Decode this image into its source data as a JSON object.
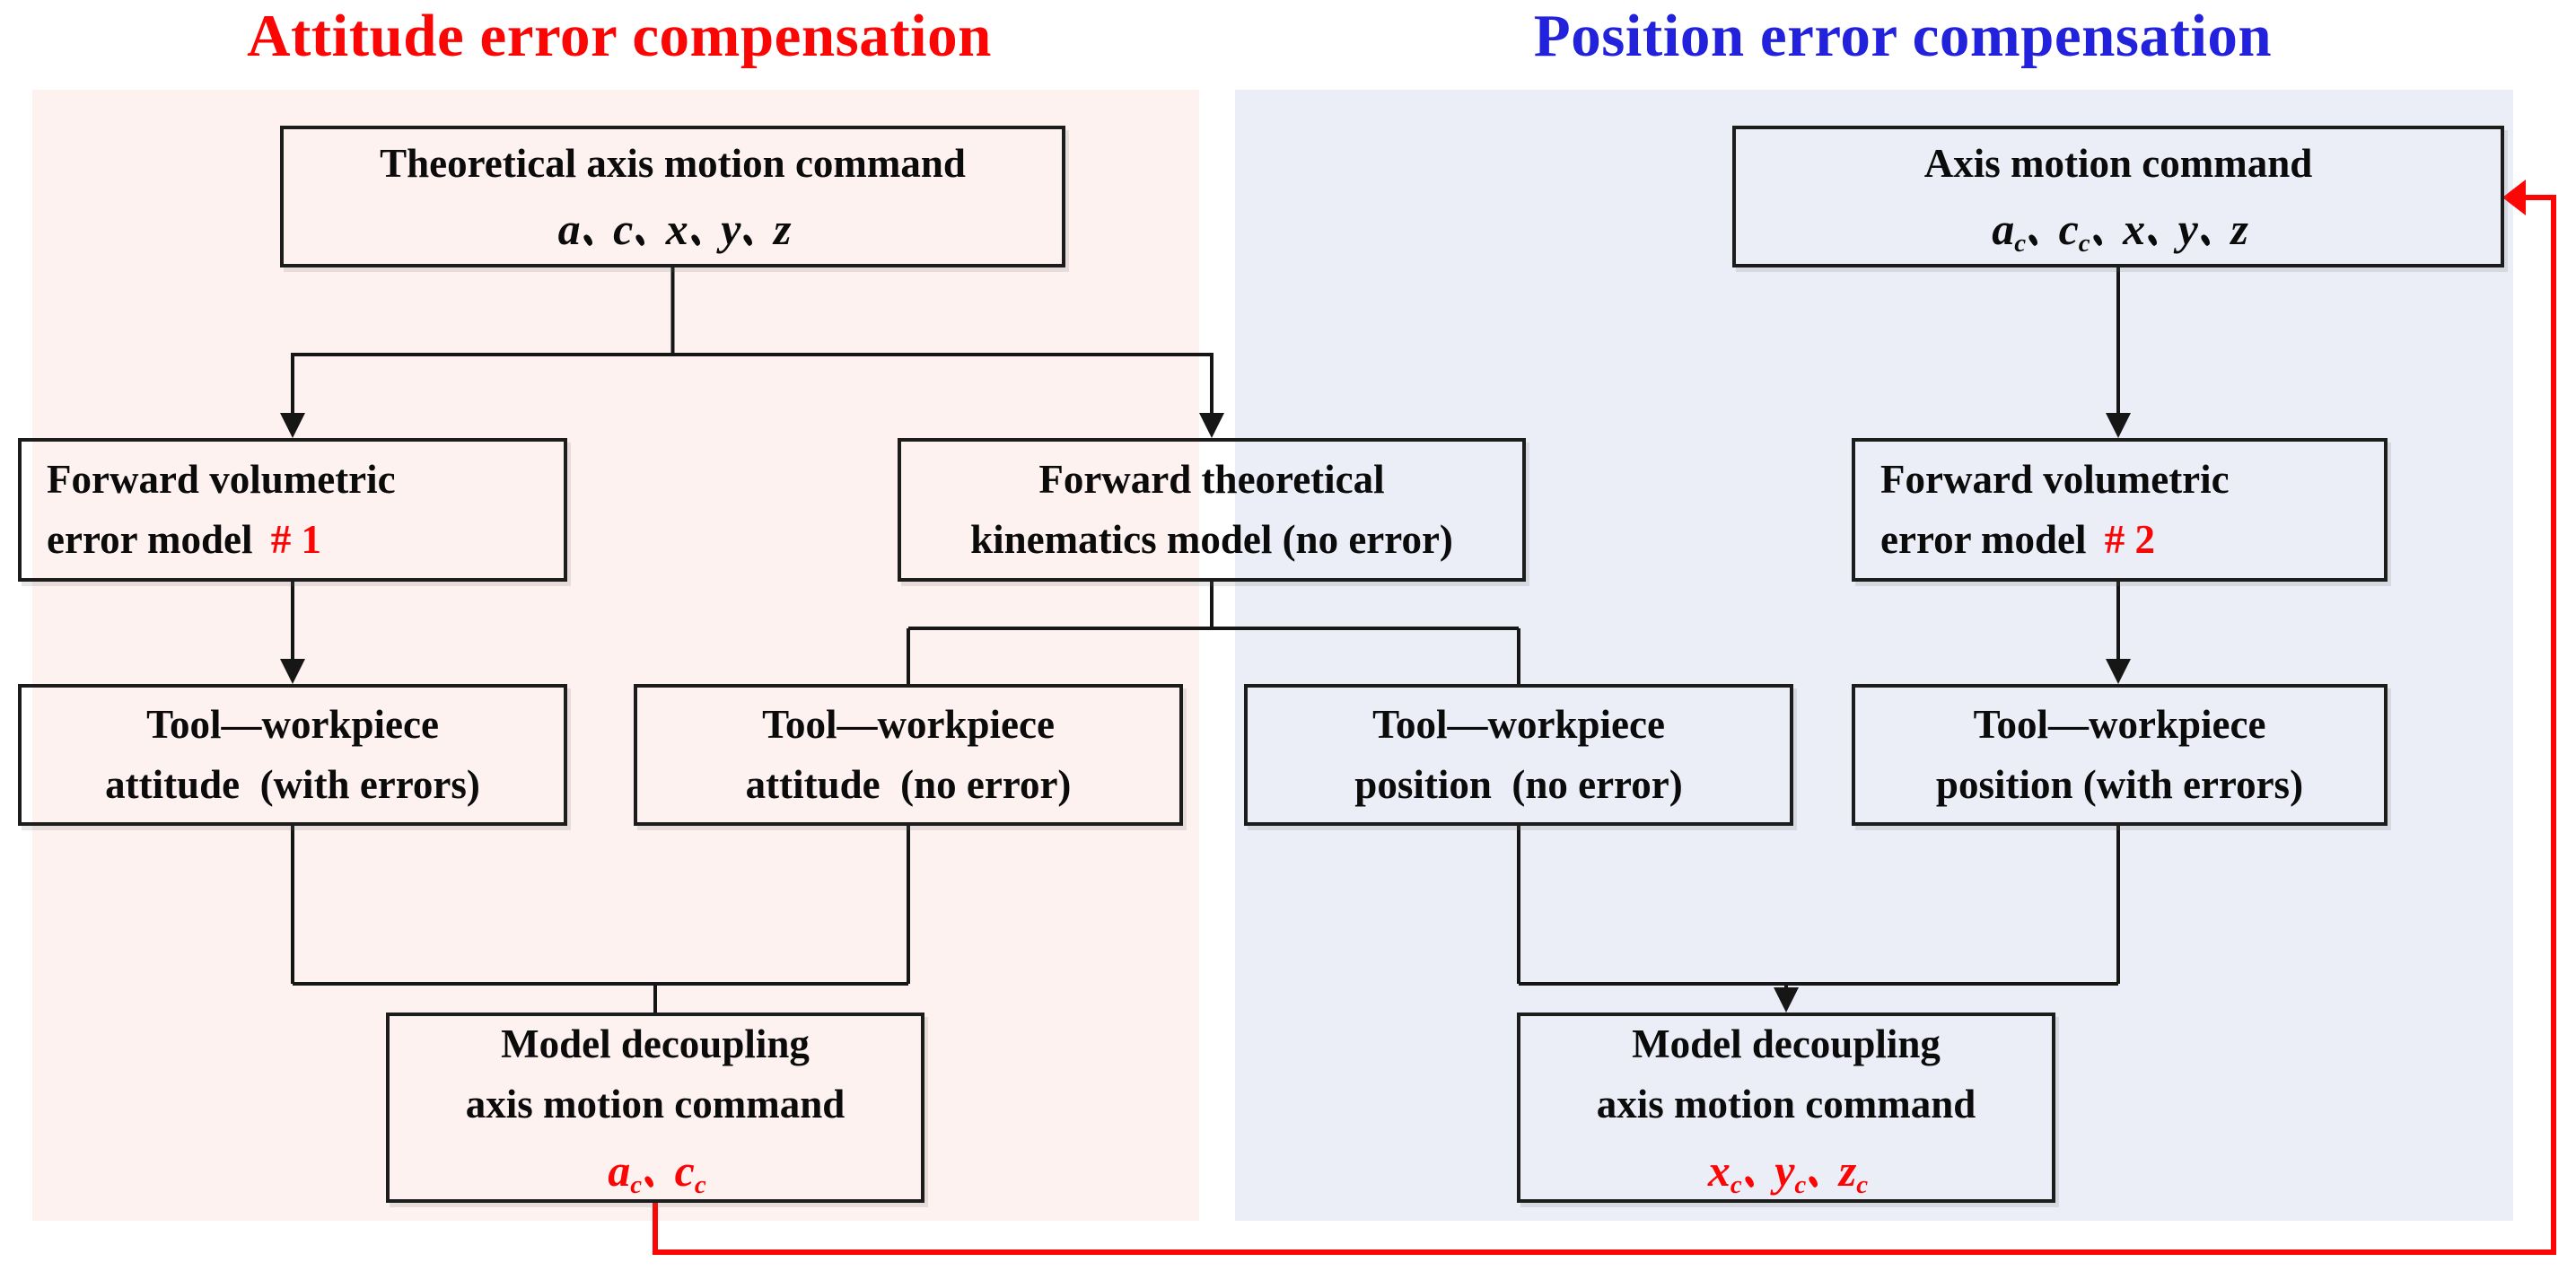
{
  "titles": {
    "attitude": "Attitude error compensation",
    "position": "Position error compensation"
  },
  "colors": {
    "red": "#fb0505",
    "blue": "#2222dd",
    "panel_pink": "#fdf2ef",
    "panel_lavender": "#ebedf7",
    "line_black": "#161616"
  },
  "separator": "、",
  "boxes": {
    "theoretical_command": {
      "title": "Theoretical axis motion command",
      "symbols": [
        {
          "b": "a"
        },
        {
          "b": "c"
        },
        {
          "b": "x"
        },
        {
          "b": "y"
        },
        {
          "b": "z"
        }
      ]
    },
    "axis_command": {
      "title": "Axis motion command",
      "symbols": [
        {
          "b": "a",
          "s": "c"
        },
        {
          "b": "c",
          "s": "c"
        },
        {
          "b": "x"
        },
        {
          "b": "y"
        },
        {
          "b": "z"
        }
      ]
    },
    "forward_volumetric_1": {
      "line1": "Forward volumetric",
      "line2": "error model",
      "tag": "# 1"
    },
    "forward_kinematics": {
      "line1": "Forward theoretical",
      "line2": "kinematics model (no error)"
    },
    "forward_volumetric_2": {
      "line1": "Forward volumetric",
      "line2": "error model",
      "tag": "# 2"
    },
    "attitude_with_errors": {
      "line1": "Tool—workpiece",
      "line2": "attitude  (with errors)"
    },
    "attitude_no_error": {
      "line1": "Tool—workpiece",
      "line2": "attitude  (no error)"
    },
    "position_no_error": {
      "line1": "Tool—workpiece",
      "line2": "position  (no error)"
    },
    "position_with_errors": {
      "line1": "Tool—workpiece",
      "line2": "position (with errors)"
    },
    "decoupling_attitude": {
      "line1": "Model decoupling",
      "line2": "axis motion command",
      "symbols": [
        {
          "b": "a",
          "s": "c"
        },
        {
          "b": "c",
          "s": "c"
        }
      ]
    },
    "decoupling_position": {
      "line1": "Model decoupling",
      "line2": "axis motion command",
      "symbols": [
        {
          "b": "x",
          "s": "c"
        },
        {
          "b": "y",
          "s": "c"
        },
        {
          "b": "z",
          "s": "c"
        }
      ]
    }
  }
}
